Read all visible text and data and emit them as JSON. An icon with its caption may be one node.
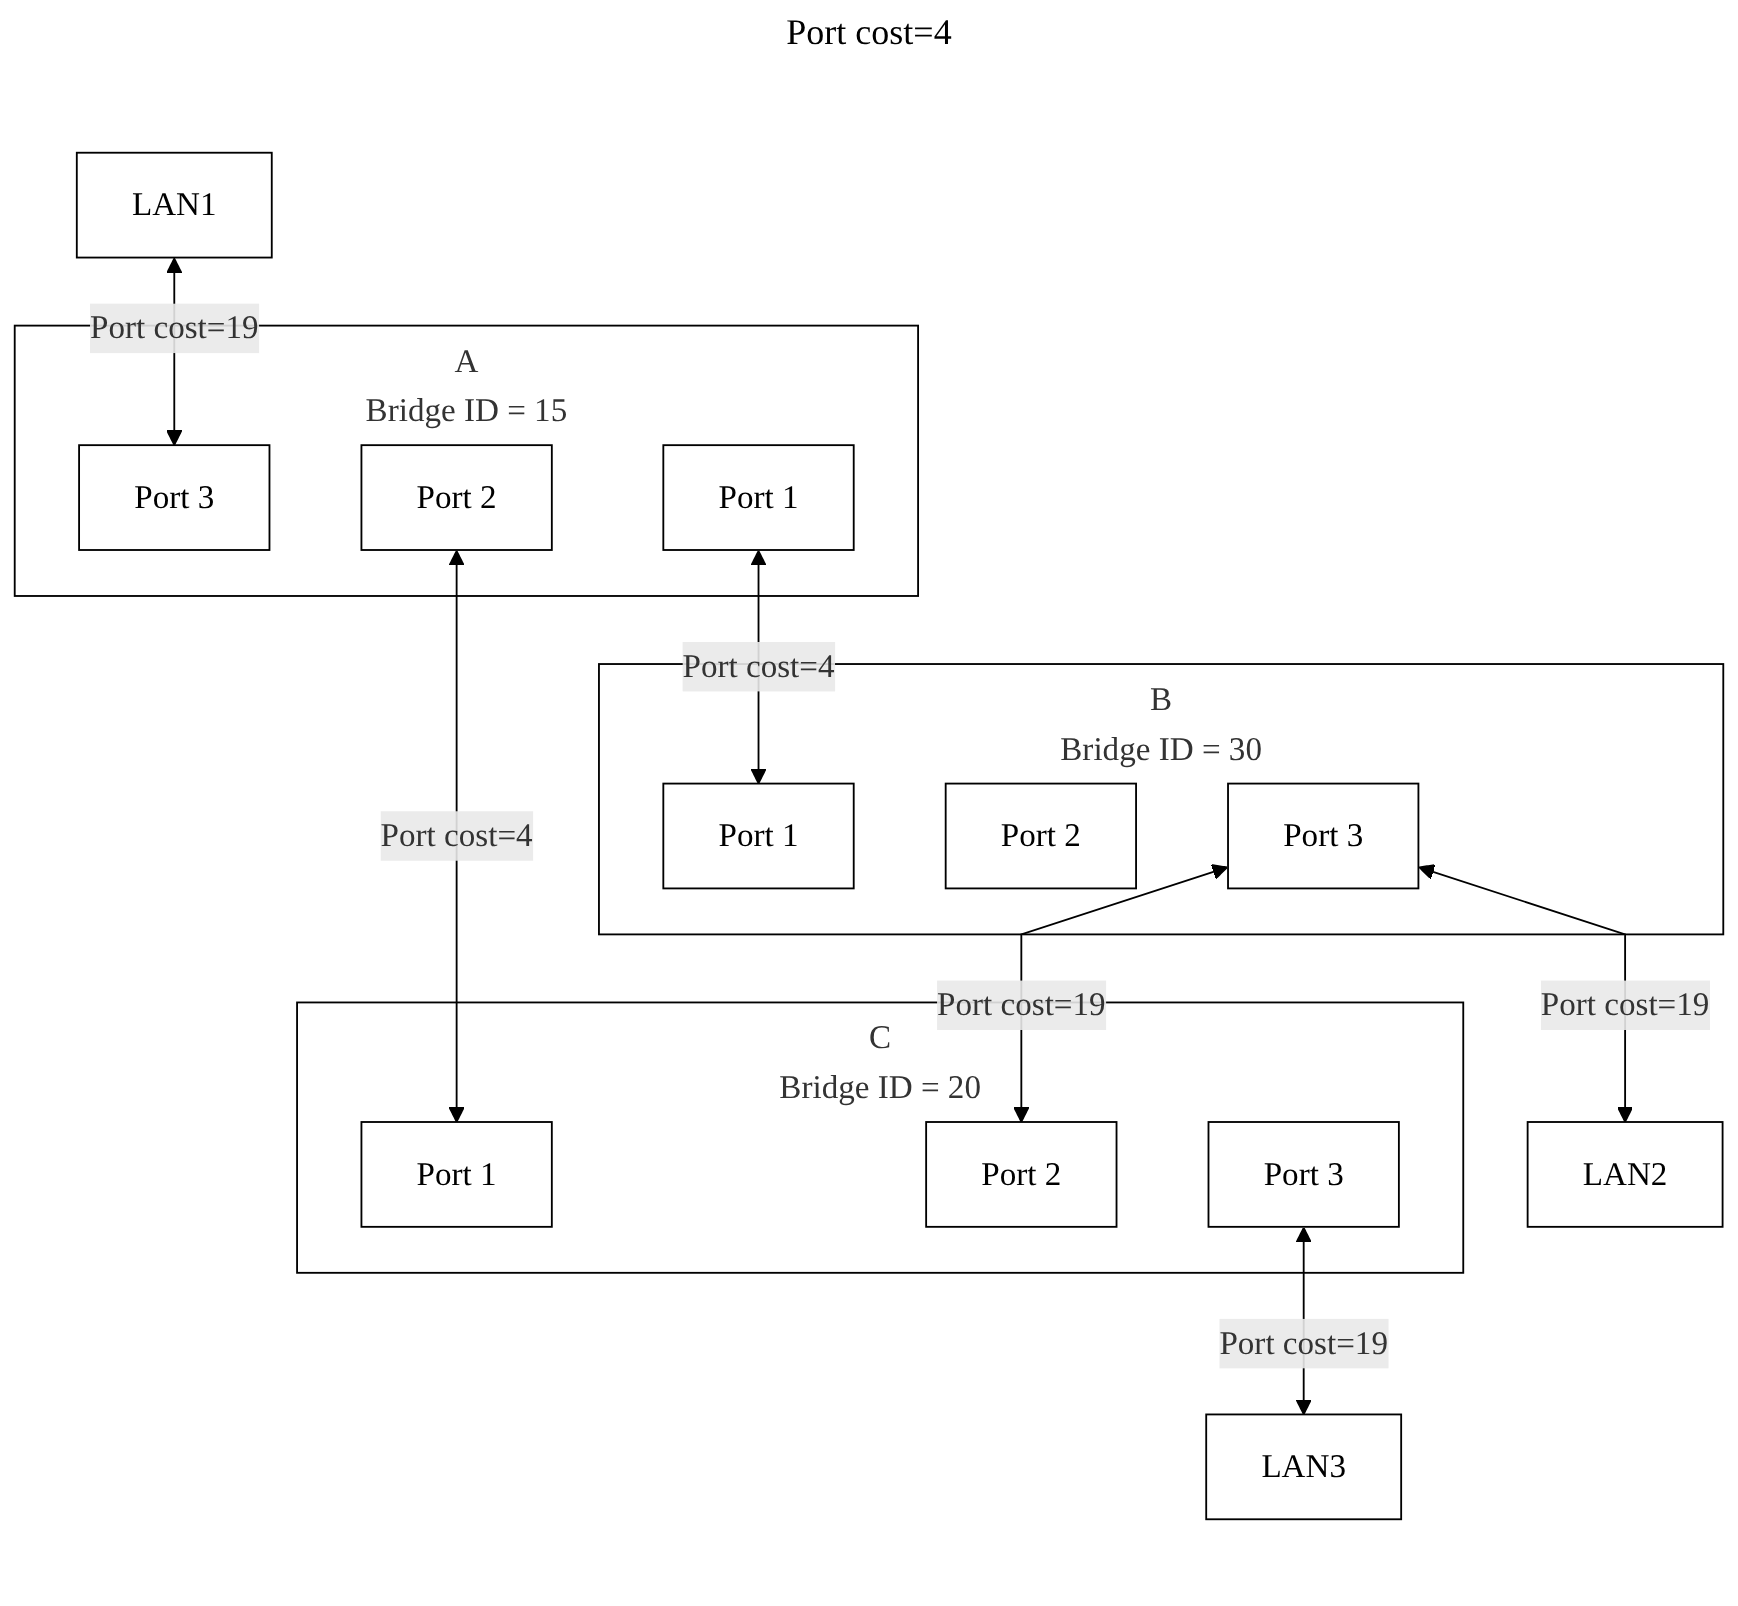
{
  "diagram": {
    "nodes": [
      {
        "text": [
          "LAN1"
        ]
      },
      {
        "text": [
          "A",
          "Bridge ID = 15"
        ]
      },
      {
        "text": [
          "Port 3"
        ],
        "in": 1
      },
      {
        "text": [
          "Port 1"
        ],
        "in": 1
      },
      {
        "text": [
          "Port 2"
        ],
        "in": 1
      },
      {
        "text": [
          "B",
          "Bridge ID = 30"
        ]
      },
      {
        "text": [
          "Port 1"
        ],
        "in": 5
      },
      {
        "text": [
          "Port 2"
        ],
        "in": 5
      },
      {
        "text": [
          "Port 3"
        ],
        "in": 5
      },
      {
        "text": [
          "C",
          "Bridge ID = 20"
        ]
      },
      {
        "text": [
          "Port 1"
        ],
        "in": 9
      },
      {
        "text": [
          "Port 2"
        ],
        "in": 9
      },
      {
        "text": [
          "Port 3"
        ],
        "in": 9
      },
      {
        "text": [
          "LAN2"
        ]
      },
      {
        "text": [
          "LAN3"
        ]
      }
    ],
    "edges": [
      {
        "from": 0,
        "to": 2,
        "arrow": "both",
        "label": "Port cost=19"
      },
      {
        "from": 3,
        "to": 6,
        "arrow": "both",
        "label": "Port cost=4"
      },
      {
        "from": 4,
        "to": 10,
        "arrow": "both",
        "label": "Port cost=4"
      },
      {
        "from": 8,
        "to": 11,
        "arrow": "both",
        "label": "Port cost=19"
      },
      {
        "from": 8,
        "to": 13,
        "arrow": "both",
        "label": "Port cost=19"
      },
      {
        "from": 12,
        "to": 14,
        "arrow": "both",
        "label": "Port cost=19"
      }
    ],
    "labels": [
      "Port cost=4"
    ]
  }
}
